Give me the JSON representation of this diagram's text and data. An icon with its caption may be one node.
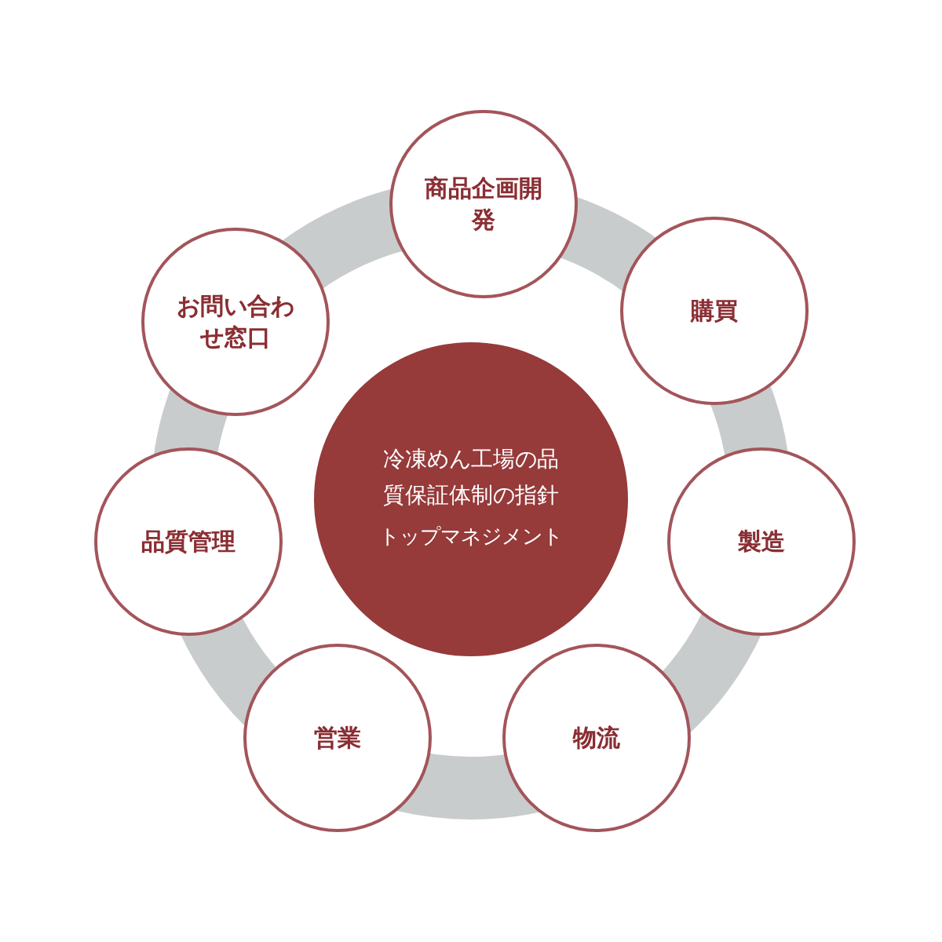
{
  "diagram": {
    "nodes": [
      {
        "text": [
          "冷凍めん工場の品質保証体制の指針",
          "トップマネジメント"
        ]
      },
      {
        "text": [
          "商品企画開発"
        ]
      },
      {
        "text": [
          "購買"
        ]
      },
      {
        "text": [
          "製造"
        ]
      },
      {
        "text": [
          "物流"
        ]
      },
      {
        "text": [
          "営業"
        ]
      },
      {
        "text": [
          "品質管理"
        ]
      },
      {
        "text": [
          "お問い合わせ窓口"
        ]
      }
    ]
  }
}
